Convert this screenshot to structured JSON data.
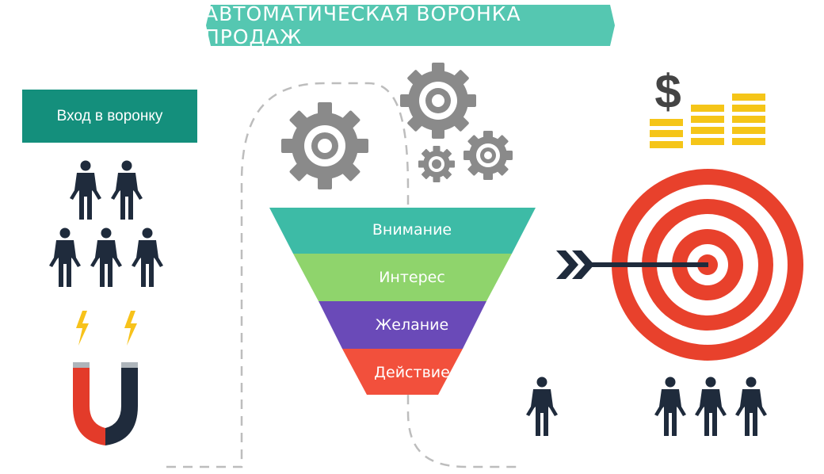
{
  "title": "АВТОМАТИЧЕСКАЯ ВОРОНКА ПРОДАЖ",
  "entry_label": "Вход в воронку",
  "funnel": {
    "stages": [
      {
        "label": "Внимание",
        "color": "#3dbba6"
      },
      {
        "label": "Интерес",
        "color": "#8fd46c"
      },
      {
        "label": "Желание",
        "color": "#6a4ab8"
      },
      {
        "label": "Действие",
        "color": "#f2503c"
      }
    ]
  },
  "colors": {
    "banner": "#55c7b1",
    "entry_box": "#148f7c",
    "gear": "#8a8a8a",
    "person": "#1f2b3c",
    "target_red": "#e8412c",
    "coin": "#f5c518",
    "dollar": "#444444",
    "lightning": "#f7c21b",
    "magnet_red": "#e33b2a",
    "magnet_dark": "#1f2b3c",
    "dashed_path": "#bdbdbd"
  },
  "icons": [
    "gear-icon",
    "person-icon",
    "magnet-icon",
    "lightning-icon",
    "target-icon",
    "arrow-icon",
    "dollar-icon",
    "coin-stack-icon"
  ]
}
